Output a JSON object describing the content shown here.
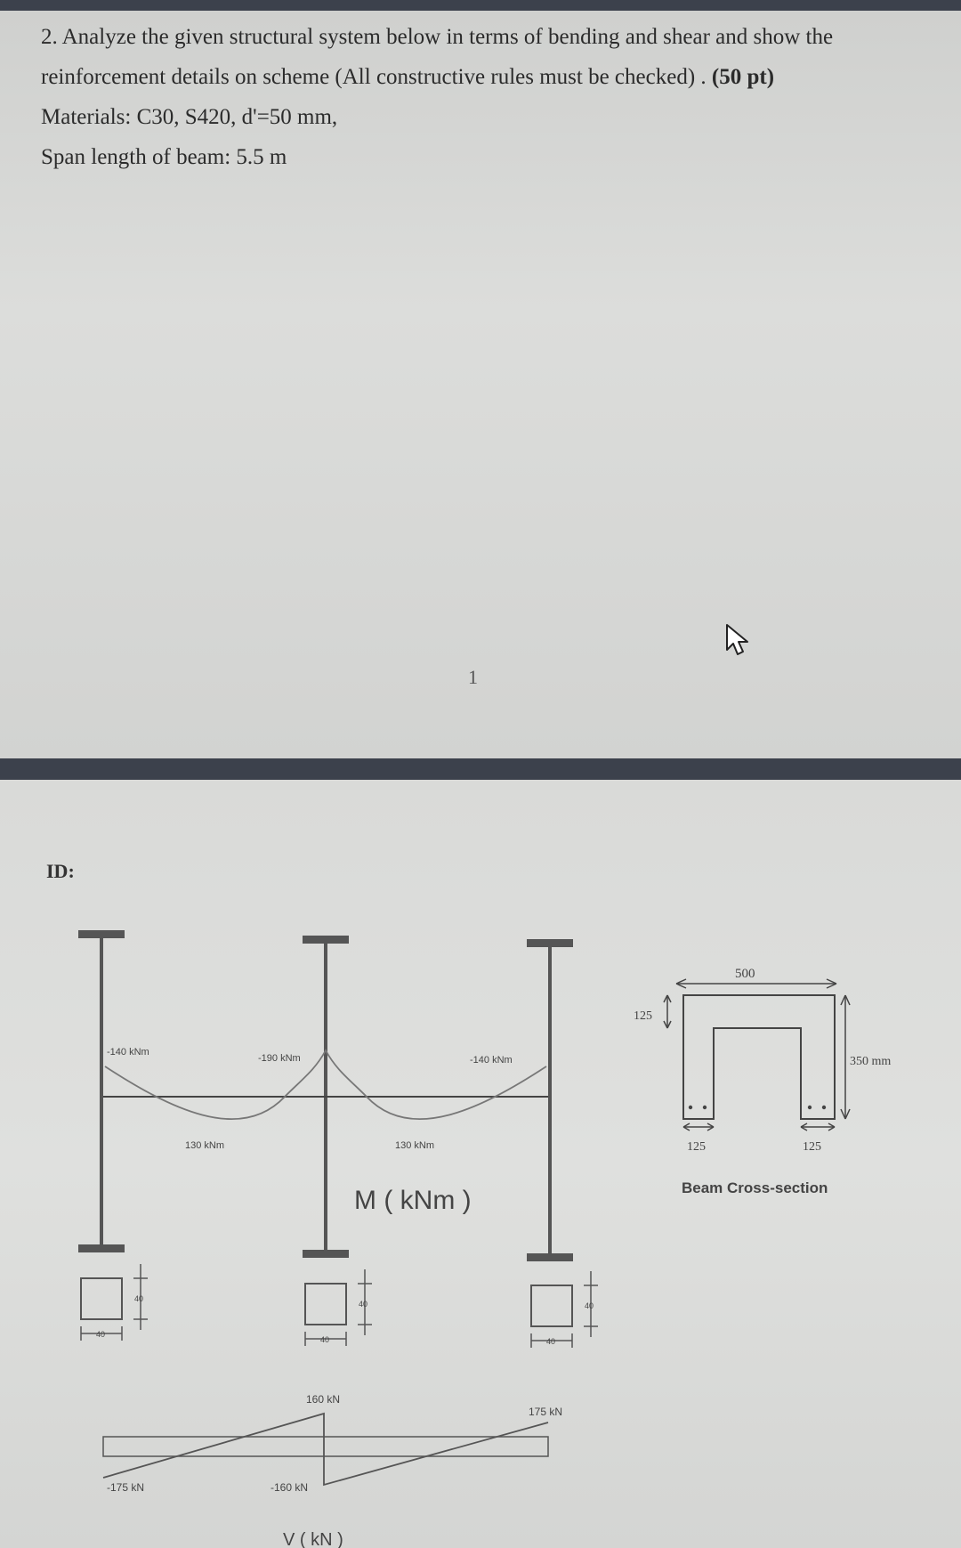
{
  "question": {
    "line1": "2. Analyze the given structural system below in terms of bending and shear and show the",
    "line2_main": "reinforcement details on scheme (All constructive rules must be checked) . ",
    "line2_pts": "(50 pt)",
    "materials": "Materials: C30, S420, d'=50 mm,",
    "span": "Span length of beam: 5.5 m"
  },
  "page_number": "1",
  "id_label": "ID:",
  "moment_diagram": {
    "title": "M ( kNm )",
    "support_moments": [
      "-140 kNm",
      "-190 kNm",
      "-140 kNm"
    ],
    "span_moments": [
      "130 kNm",
      "130 kNm"
    ]
  },
  "column_section": {
    "width": "40",
    "depth": "40"
  },
  "shear_diagram": {
    "title": "V ( kN )",
    "values": [
      "-175 kN",
      "160 kN",
      "-160 kN",
      "175 kN"
    ]
  },
  "cross_section": {
    "title": "Beam Cross-section",
    "width": "500",
    "flange": "125",
    "height": "350 mm",
    "web_left": "125",
    "web_right": "125"
  }
}
